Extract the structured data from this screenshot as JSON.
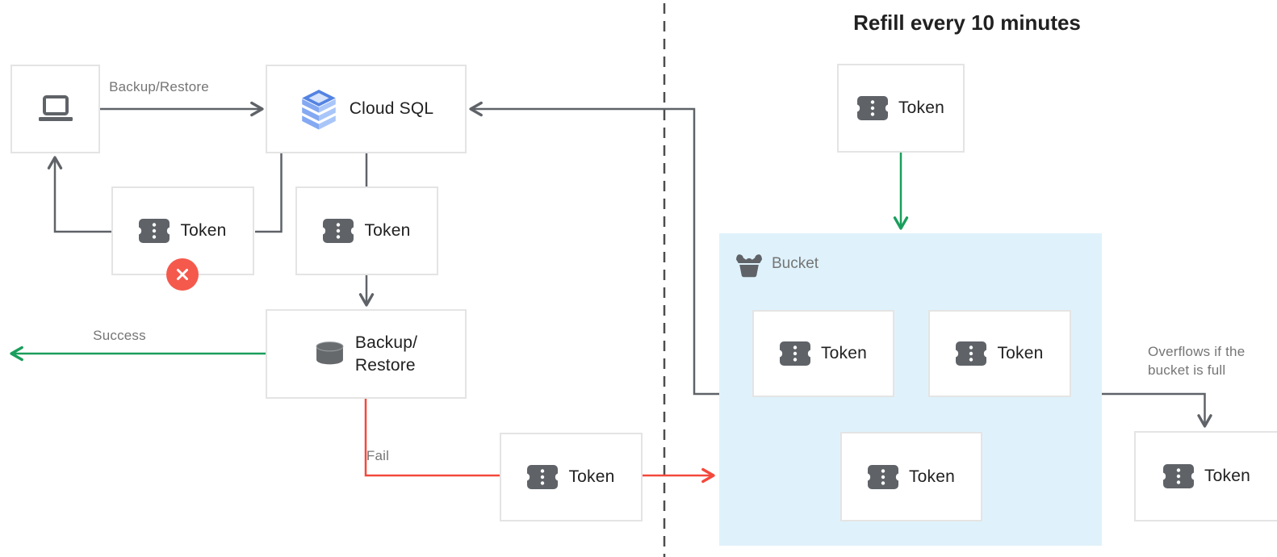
{
  "title": "Refill every 10 minutes",
  "nodes": {
    "client": {
      "icon": "laptop-icon"
    },
    "cloud_sql": {
      "label": "Cloud SQL",
      "icon": "cloud-sql-icon"
    },
    "backup_restore": {
      "label": "Backup/\nRestore",
      "icon": "database-icon"
    },
    "bucket": {
      "label": "Bucket",
      "icon": "bucket-icon"
    },
    "token_label": "Token",
    "token_icon": "ticket-icon",
    "denied_badge_icon": "x-circle-icon"
  },
  "edge_labels": {
    "backup_restore": "Backup/Restore",
    "success": "Success",
    "fail": "Fail",
    "overflow": "Overflows if the\nbucket is full"
  },
  "colors": {
    "line-gray": "#5F6368",
    "label-gray": "#757575",
    "text-dark": "#212121",
    "green": "#1A9E5C",
    "red": "#F4493C",
    "badge-red": "#F5594C",
    "bucket-fill": "#DFF2FB",
    "border": "#E4E4E4",
    "dash-gray": "#4D4D4D"
  }
}
